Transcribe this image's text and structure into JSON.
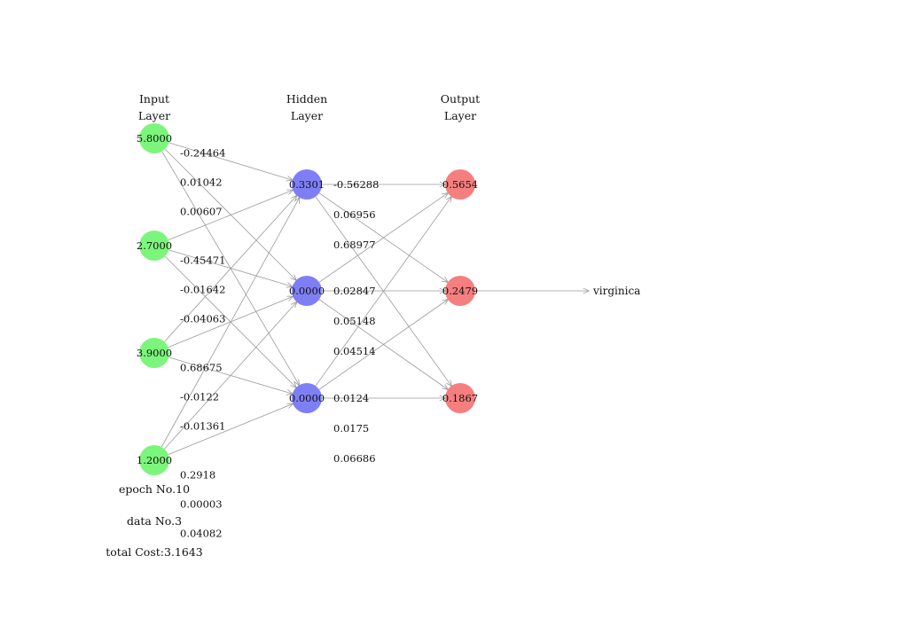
{
  "layers": [
    {
      "title_line1": "Input",
      "title_line2": "Layer",
      "color": "#7cf57c",
      "nodes": [
        "5.8000",
        "2.7000",
        "3.9000",
        "1.2000"
      ]
    },
    {
      "title_line1": "Hidden",
      "title_line2": "Layer",
      "color": "#7f7ff5",
      "nodes": [
        "0.3301",
        "0.0000",
        "0.0000"
      ]
    },
    {
      "title_line1": "Output",
      "title_line2": "Layer",
      "color": "#f57f7f",
      "nodes": [
        "0.5654",
        "0.2479",
        "0.1867"
      ]
    }
  ],
  "weights_input_hidden": [
    [
      "-0.24464",
      "0.01042",
      "0.00607"
    ],
    [
      "-0.45471",
      "-0.01642",
      "-0.04063"
    ],
    [
      "0.68675",
      "-0.0122",
      "-0.01361"
    ],
    [
      "0.2918",
      "0.00003",
      "0.04082"
    ]
  ],
  "weights_hidden_output": [
    [
      "-0.56288",
      "0.06956",
      "0.68977"
    ],
    [
      "0.02847",
      "0.05148",
      "0.04514"
    ],
    [
      "0.0124",
      "0.0175",
      "0.06686"
    ]
  ],
  "output_label": "virginica",
  "footer": {
    "epoch": "epoch No.10",
    "data": "data No.3",
    "cost": "total Cost:3.1643"
  }
}
